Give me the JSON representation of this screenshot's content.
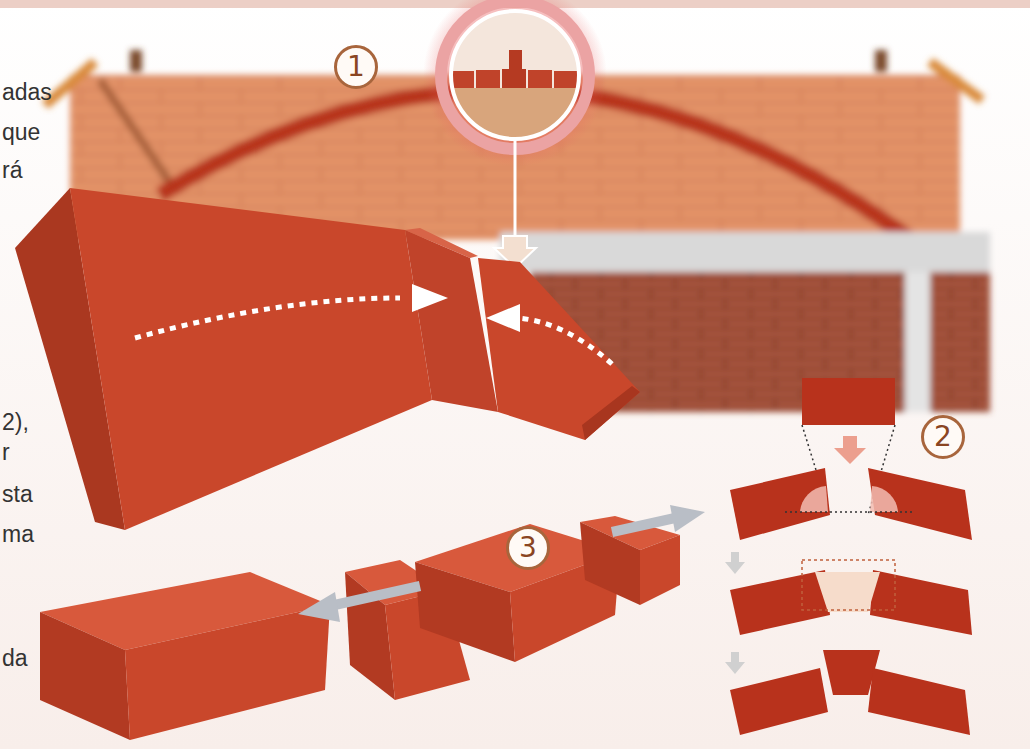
{
  "diagram": {
    "nodes": [
      {
        "text": [
          "1"
        ]
      },
      {
        "text": [
          "2"
        ]
      },
      {
        "text": [
          "3"
        ]
      }
    ],
    "labels": [
      "adas",
      "que",
      "rá",
      "2),",
      "r",
      "sta",
      "ma",
      "da"
    ]
  }
}
